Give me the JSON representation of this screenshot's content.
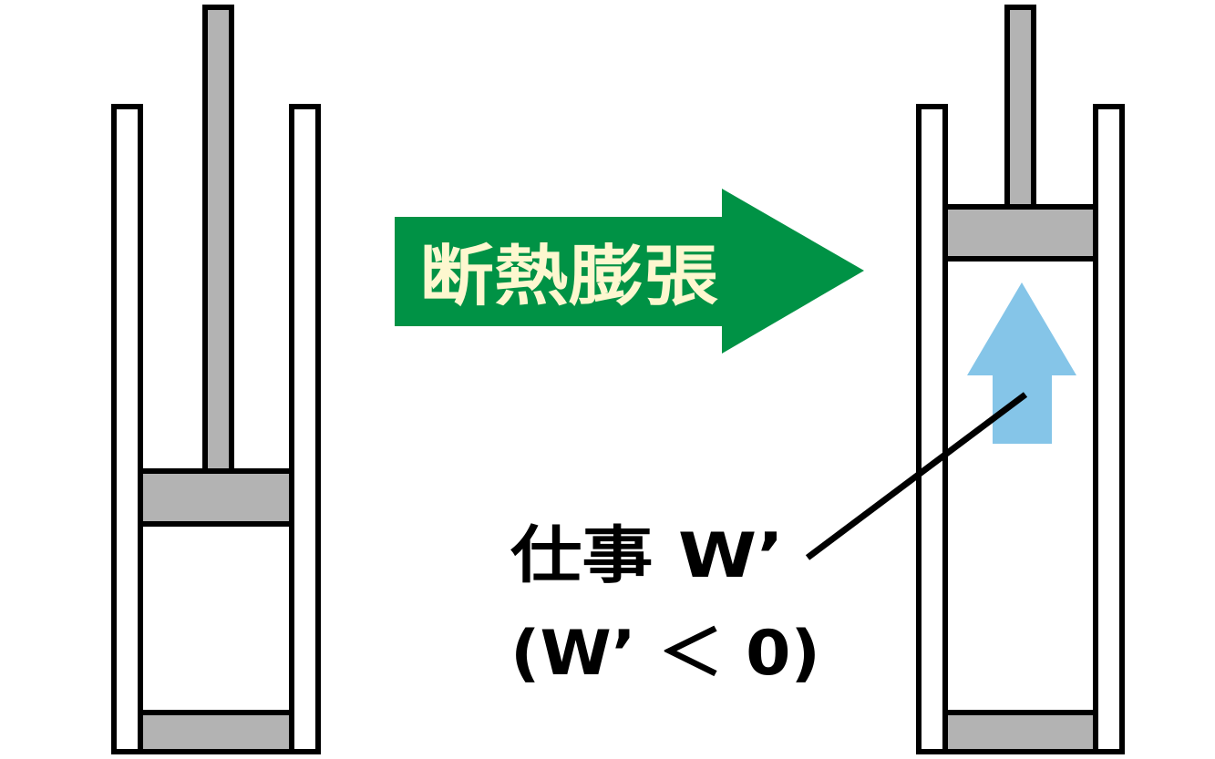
{
  "process_arrow": {
    "label": "断熱膨張",
    "color": "#009245",
    "text_color": "#fdf7cf"
  },
  "work_label": {
    "line1": "仕事 W’",
    "line2": "(W’ ＜ 0)"
  },
  "colors": {
    "piston_gray": "#b3b3b3",
    "work_arrow_blue": "#85c5e8",
    "outline": "#000000"
  }
}
